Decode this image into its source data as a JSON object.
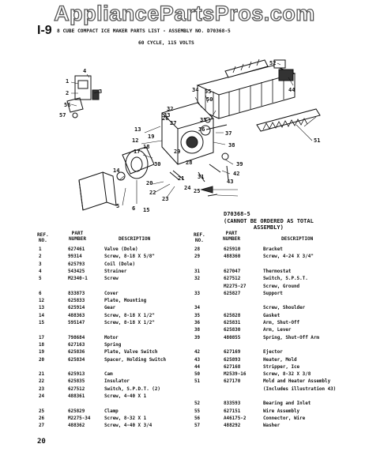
{
  "watermark": "AppliancePartsPros.com",
  "page_id": "I-9",
  "header_line": "8 CUBE COMPACT ICE MAKER PARTS LIST - ASSEMBLY NO. D70368-5",
  "header_sub": "60 CYCLE, 115 VOLTS",
  "assembly": {
    "number": "D70368-5",
    "note_line1": "(CANNOT BE ORDERED AS TOTAL",
    "note_line2": "ASSEMBLY)"
  },
  "table_headers": {
    "ref": "REF.",
    "no": "NO.",
    "part": "PART",
    "number": "NUMBER",
    "description": "DESCRIPTION"
  },
  "left_parts": [
    {
      "ref": "1",
      "part": "627461",
      "desc": "Valve (Dole)"
    },
    {
      "ref": "2",
      "part": "99314",
      "desc": "Screw, 8-18 X 5/8\""
    },
    {
      "ref": "3",
      "part": "625793",
      "desc": "Coil (Dole)"
    },
    {
      "ref": "4",
      "part": "543425",
      "desc": "Strainer"
    },
    {
      "ref": "5",
      "part": "M2340-1",
      "desc": "Screw"
    },
    {
      "ref": "",
      "part": "",
      "desc": ""
    },
    {
      "ref": "6",
      "part": "833873",
      "desc": "Cover"
    },
    {
      "ref": "12",
      "part": "625833",
      "desc": "Plate, Mounting"
    },
    {
      "ref": "13",
      "part": "625914",
      "desc": "Gear"
    },
    {
      "ref": "14",
      "part": "488363",
      "desc": "Screw, 8-18 X 1/2\""
    },
    {
      "ref": "15",
      "part": "595147",
      "desc": "Screw, 8-18 X 1/2\""
    },
    {
      "ref": "",
      "part": "",
      "desc": ""
    },
    {
      "ref": "17",
      "part": "798684",
      "desc": "Motor"
    },
    {
      "ref": "18",
      "part": "627163",
      "desc": "Spring"
    },
    {
      "ref": "19",
      "part": "625836",
      "desc": "Plate, Valve Switch"
    },
    {
      "ref": "20",
      "part": "625834",
      "desc": "Spacer, Holding Switch"
    },
    {
      "ref": "",
      "part": "",
      "desc": ""
    },
    {
      "ref": "21",
      "part": "625913",
      "desc": "Cam"
    },
    {
      "ref": "22",
      "part": "625835",
      "desc": "Insulator"
    },
    {
      "ref": "23",
      "part": "627512",
      "desc": "Switch, S.P.D.T. (2)"
    },
    {
      "ref": "24",
      "part": "488361",
      "desc": "Screw, 4-40 X 1"
    },
    {
      "ref": "",
      "part": "",
      "desc": ""
    },
    {
      "ref": "25",
      "part": "625829",
      "desc": "Clamp"
    },
    {
      "ref": "26",
      "part": "M2275-34",
      "desc": "Screw, 8-32 X 1"
    },
    {
      "ref": "27",
      "part": "488362",
      "desc": "Screw, 4-40 X 3/4"
    }
  ],
  "right_parts": [
    {
      "ref": "28",
      "part": "625910",
      "desc": "Bracket"
    },
    {
      "ref": "29",
      "part": "488360",
      "desc": "Screw, 4-24 X 3/4\""
    },
    {
      "ref": "",
      "part": "",
      "desc": ""
    },
    {
      "ref": "31",
      "part": "627047",
      "desc": "Thermostat"
    },
    {
      "ref": "32",
      "part": "627512",
      "desc": "Switch, S.P.S.T."
    },
    {
      "ref": "",
      "part": "M2275-27",
      "desc": "Screw, Ground"
    },
    {
      "ref": "33",
      "part": "625827",
      "desc": "Support"
    },
    {
      "ref": "",
      "part": "",
      "desc": ""
    },
    {
      "ref": "34",
      "part": "",
      "desc": "Screw, Shoulder"
    },
    {
      "ref": "35",
      "part": "625828",
      "desc": "Gasket"
    },
    {
      "ref": "36",
      "part": "625831",
      "desc": "Arm, Shut-Off"
    },
    {
      "ref": "38",
      "part": "625830",
      "desc": "Arm, Lever"
    },
    {
      "ref": "39",
      "part": "480855",
      "desc": "Spring, Shut-Off Arm"
    },
    {
      "ref": "",
      "part": "",
      "desc": ""
    },
    {
      "ref": "42",
      "part": "627169",
      "desc": "Ejector"
    },
    {
      "ref": "43",
      "part": "625893",
      "desc": "Heater, Mold"
    },
    {
      "ref": "44",
      "part": "627168",
      "desc": "Stripper, Ice"
    },
    {
      "ref": "50",
      "part": "M2539-16",
      "desc": "Screw, 8-32 X 3/8"
    },
    {
      "ref": "51",
      "part": "627170",
      "desc": "Mold and Heater Assembly"
    },
    {
      "ref": "",
      "part": "",
      "desc": "(Includes illustration 43)"
    },
    {
      "ref": "",
      "part": "",
      "desc": ""
    },
    {
      "ref": "52",
      "part": "833593",
      "desc": "Bearing and Inlet"
    },
    {
      "ref": "55",
      "part": "627151",
      "desc": "Wire Assembly"
    },
    {
      "ref": "56",
      "part": "A46175-2",
      "desc": "Connector, Wire"
    },
    {
      "ref": "57",
      "part": "488292",
      "desc": "Washer"
    }
  ],
  "callouts": [
    "1",
    "2",
    "3",
    "4",
    "5",
    "6",
    "12",
    "13",
    "14",
    "15",
    "17",
    "18",
    "19",
    "20",
    "21",
    "22",
    "23",
    "24",
    "25",
    "26",
    "27",
    "28",
    "29",
    "30",
    "31",
    "32",
    "33",
    "34",
    "35",
    "36",
    "37",
    "38",
    "39",
    "42",
    "43",
    "44",
    "50",
    "51",
    "52",
    "55",
    "56",
    "57"
  ],
  "page_number": "20"
}
